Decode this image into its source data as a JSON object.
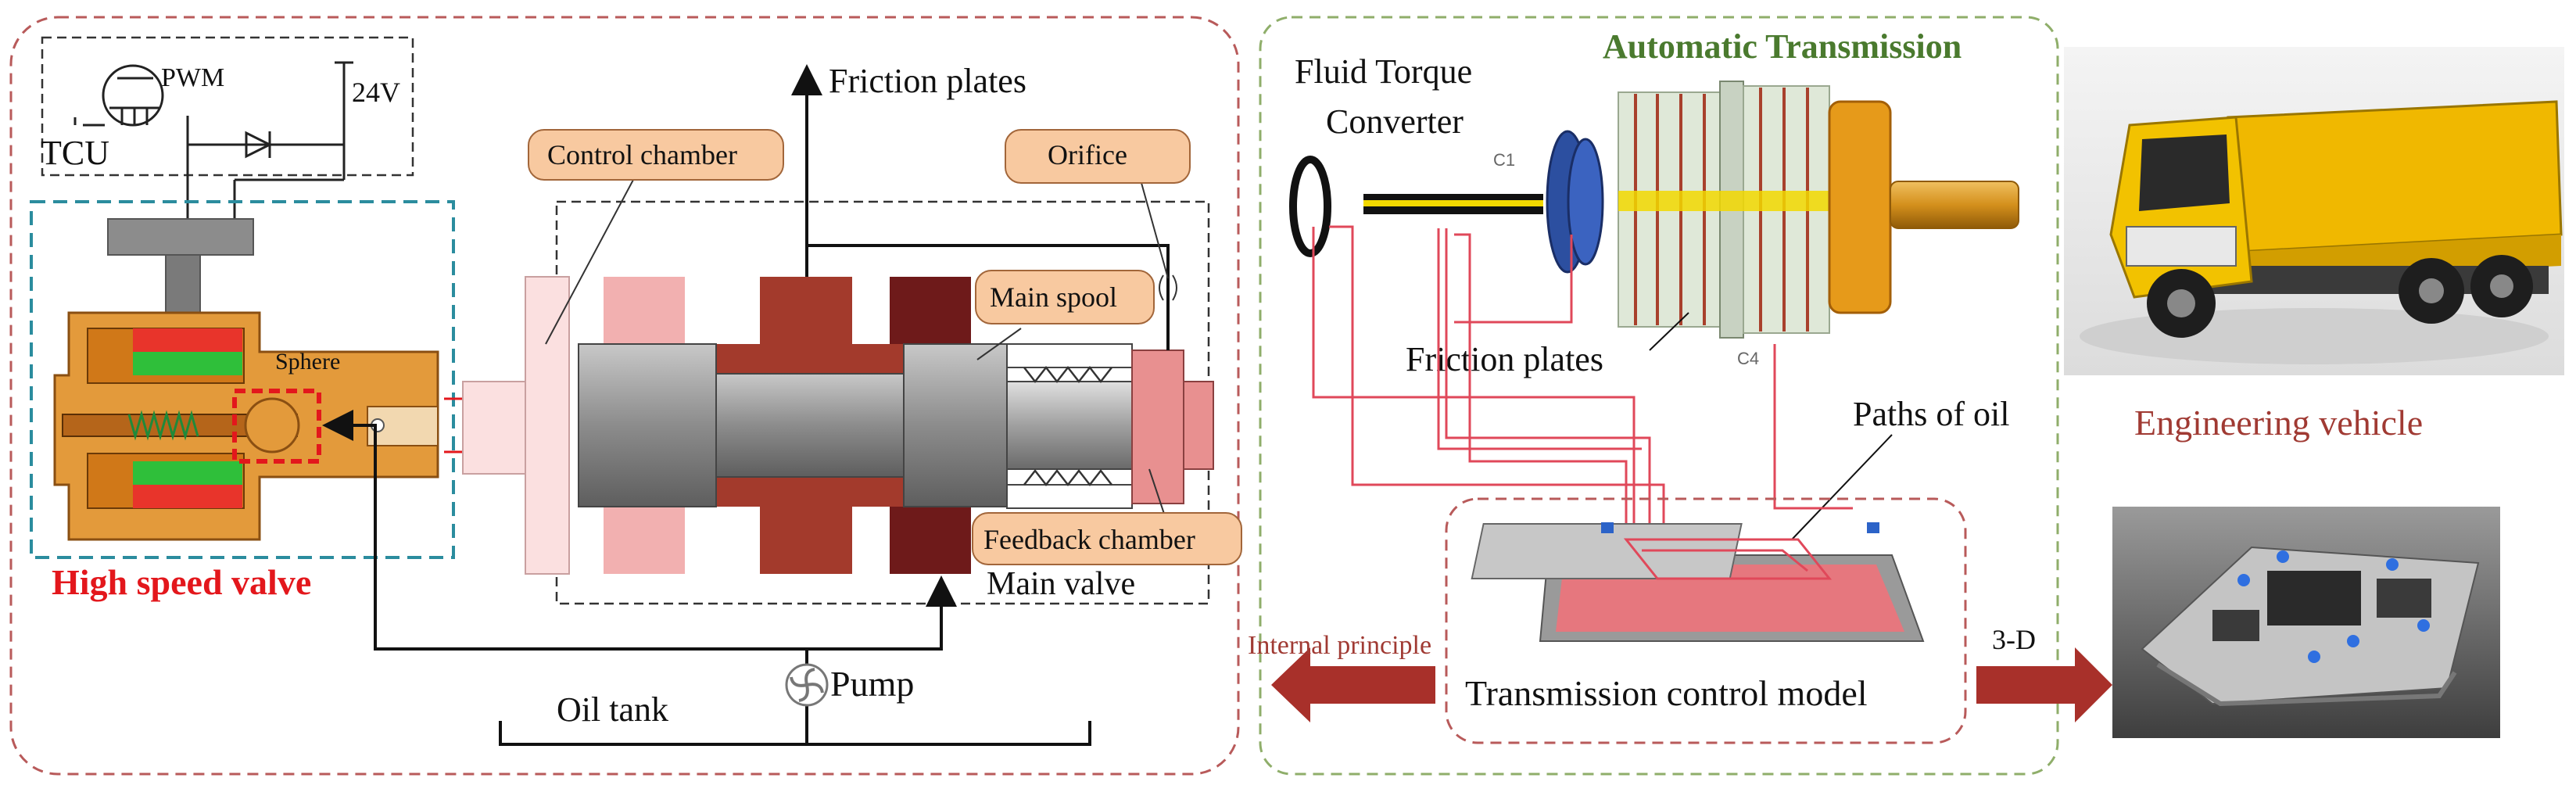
{
  "colors": {
    "left_panel_border": "#b85a5a",
    "right_panel_border": "#8fae6a",
    "hsv_box_border": "#2b8c9e",
    "callout_fill": "#f8c9a0",
    "callout_border": "#a2663a",
    "dark_red": "#a33a2c",
    "maroon": "#6e1a1a",
    "pink": "#f2b0b0",
    "light_pink": "#fbe0e0",
    "oil_path": "#e0485a",
    "title_green": "#4a7a2e",
    "title_red_text": "#e3171c",
    "caption_red": "#a03a33",
    "arrow_red": "#a8302a"
  },
  "left": {
    "tcu": "TCU",
    "pwm": "PWM",
    "voltage": "24V",
    "sphere": "Sphere",
    "high_speed_valve": "High speed valve",
    "control_chamber": "Control chamber",
    "orifice": "Orifice",
    "main_spool": "Main spool",
    "feedback_chamber": "Feedback chamber",
    "main_valve": "Main valve",
    "friction_plates": "Friction plates",
    "oil_tank": "Oil tank",
    "pump": "Pump"
  },
  "right": {
    "title": "Automatic Transmission",
    "fluid_torque_converter_line1": "Fluid Torque",
    "fluid_torque_converter_line2": "Converter",
    "c1": "C1",
    "c4": "C4",
    "friction_plates": "Friction plates",
    "paths_of_oil": "Paths of oil",
    "transmission_control_model": "Transmission control model",
    "internal_principle": "Internal principle",
    "three_d": "3-D",
    "engineering_vehicle": "Engineering vehicle"
  }
}
